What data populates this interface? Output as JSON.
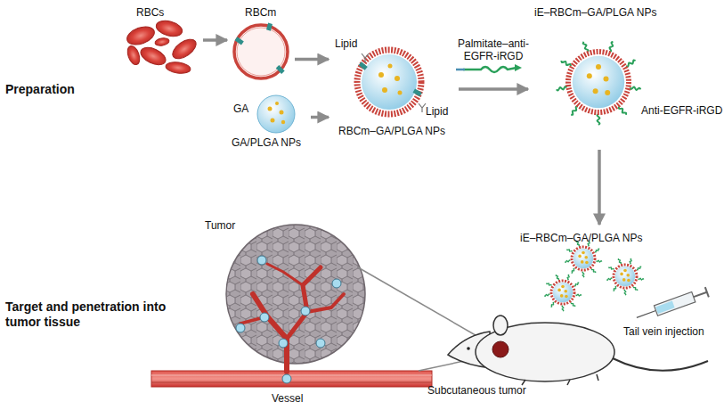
{
  "diagram": {
    "nodes": [
      {
        "text": [
          "RBCs"
        ]
      },
      {
        "text": [
          "RBCm"
        ]
      },
      {
        "text": [
          "GA",
          "GA/PLGA NPs"
        ]
      },
      {
        "text": [
          "Lipid",
          "Lipid",
          "RBCm–GA/PLGA NPs"
        ]
      },
      {
        "text": [
          "iE–RBCm–GA/PLGA NPs",
          "Anti-EGFR-iRGD"
        ]
      },
      {
        "text": [
          "iE–RBCm–GA/PLGA NPs"
        ]
      }
    ],
    "edges": [
      {
        "from": 0,
        "to": 1,
        "arrow": "to"
      },
      {
        "from": 1,
        "to": 3,
        "arrow": "to"
      },
      {
        "from": 2,
        "to": 3,
        "arrow": "to"
      },
      {
        "from": 3,
        "to": 4,
        "label": "Palmitate–anti-EGFR-iRGD",
        "arrow": "to"
      },
      {
        "from": 4,
        "to": 5,
        "arrow": "to"
      }
    ],
    "labels": [
      "Preparation",
      "Target and penetration into tumor tissue",
      "Tumor",
      "Vessel",
      "Subcutaneous tumor",
      "Tail vein injection"
    ]
  }
}
